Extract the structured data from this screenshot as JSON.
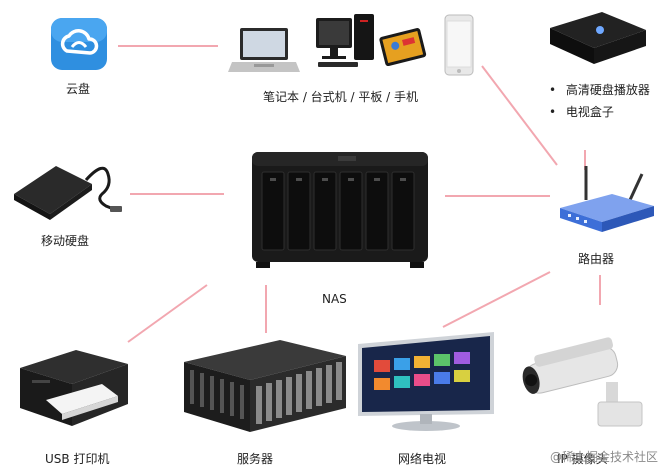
{
  "labels": {
    "cloud": "云盘",
    "devices": "笔记本 / 台式机 / 平板 / 手机",
    "player_1": "高清硬盘播放器",
    "player_2": "电视盒子",
    "disk": "移动硬盘",
    "nas": "NAS",
    "router": "路由器",
    "printer": "USB 打印机",
    "server": "服务器",
    "tv": "网络电视",
    "camera": "IP 摄像头"
  },
  "bullet": "•",
  "watermark": "@稀土掘金技术社区",
  "colors": {
    "connector": "#f2a7b0",
    "cloud_icon": "#2f8fe0",
    "device_dark": "#1c1c1c",
    "router_blue": "#3d6fd8"
  },
  "icons": [
    "cloud-icon",
    "laptop-icon",
    "desktop-icon",
    "tablet-icon",
    "phone-icon",
    "media-box-icon",
    "hard-disk-icon",
    "nas-icon",
    "router-icon",
    "printer-icon",
    "server-icon",
    "tv-icon",
    "camera-icon"
  ]
}
